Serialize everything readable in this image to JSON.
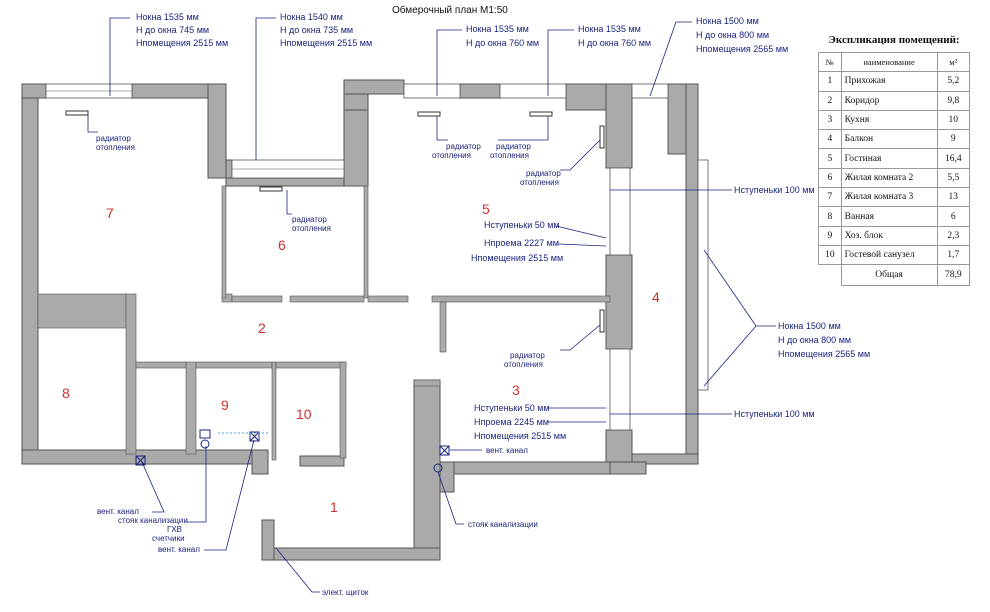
{
  "title": "Обмерочный план М1:50",
  "explication": {
    "caption": "Экспликация помещений:",
    "headers": {
      "num": "№",
      "name": "наименование",
      "area": "м²"
    },
    "rows": [
      {
        "num": "1",
        "name": "Прихожая",
        "area": "5,2"
      },
      {
        "num": "2",
        "name": "Коридор",
        "area": "9,8"
      },
      {
        "num": "3",
        "name": "Кухня",
        "area": "10"
      },
      {
        "num": "4",
        "name": "Балкон",
        "area": "9"
      },
      {
        "num": "5",
        "name": "Гостиная",
        "area": "16,4"
      },
      {
        "num": "6",
        "name": "Жилая комната 2",
        "area": "5,5"
      },
      {
        "num": "7",
        "name": "Жилая комната 3",
        "area": "13"
      },
      {
        "num": "8",
        "name": "Ванная",
        "area": "6"
      },
      {
        "num": "9",
        "name": "Хоз. блок",
        "area": "2,3"
      },
      {
        "num": "10",
        "name": "Гостевой санузел",
        "area": "1,7"
      }
    ],
    "total_label": "Общая",
    "total_value": "78,9"
  },
  "rooms": [
    "1",
    "2",
    "3",
    "4",
    "5",
    "6",
    "7",
    "8",
    "9",
    "10"
  ],
  "window_notes": {
    "w7": {
      "l1": "Hокна  1535 мм",
      "l2": "H до окна  745 мм",
      "l3": "Hпомещения 2515 мм"
    },
    "w6": {
      "l1": "Hокна  1540 мм",
      "l2": "H до окна  735 мм",
      "l3": "Hпомещения 2515 мм"
    },
    "w5a": {
      "l1": "Hокна  1535 мм",
      "l2": "H до окна  760 мм"
    },
    "w5b": {
      "l1": "Hокна  1535 мм",
      "l2": "H до окна  760 мм"
    },
    "w4top": {
      "l1": "Hокна  1500 мм",
      "l2": "H до окна  800 мм",
      "l3": "Hпомещения 2565 мм"
    },
    "w4side": {
      "l1": "Hокна  1500 мм",
      "l2": "H до окна  800 мм",
      "l3": "Hпомещения 2565 мм"
    }
  },
  "notes": {
    "radiator": "радиатор",
    "heating": "отопления",
    "step100": "Hступеньки 100 мм",
    "room5": {
      "step": "Hступеньки 50 мм",
      "opening": "Hпроема 2227 мм",
      "room": "Hпомещения 2515 мм"
    },
    "room3": {
      "step": "Hступеньки 50 мм",
      "opening": "Hпроема 2245 мм",
      "room": "Hпомещения 2515 мм"
    },
    "vent": "вент. канал",
    "sewer_riser": "стояк канализации",
    "gvs": "ГХВ",
    "meters": "счетчики",
    "elec_panel": "элект. щиток"
  }
}
